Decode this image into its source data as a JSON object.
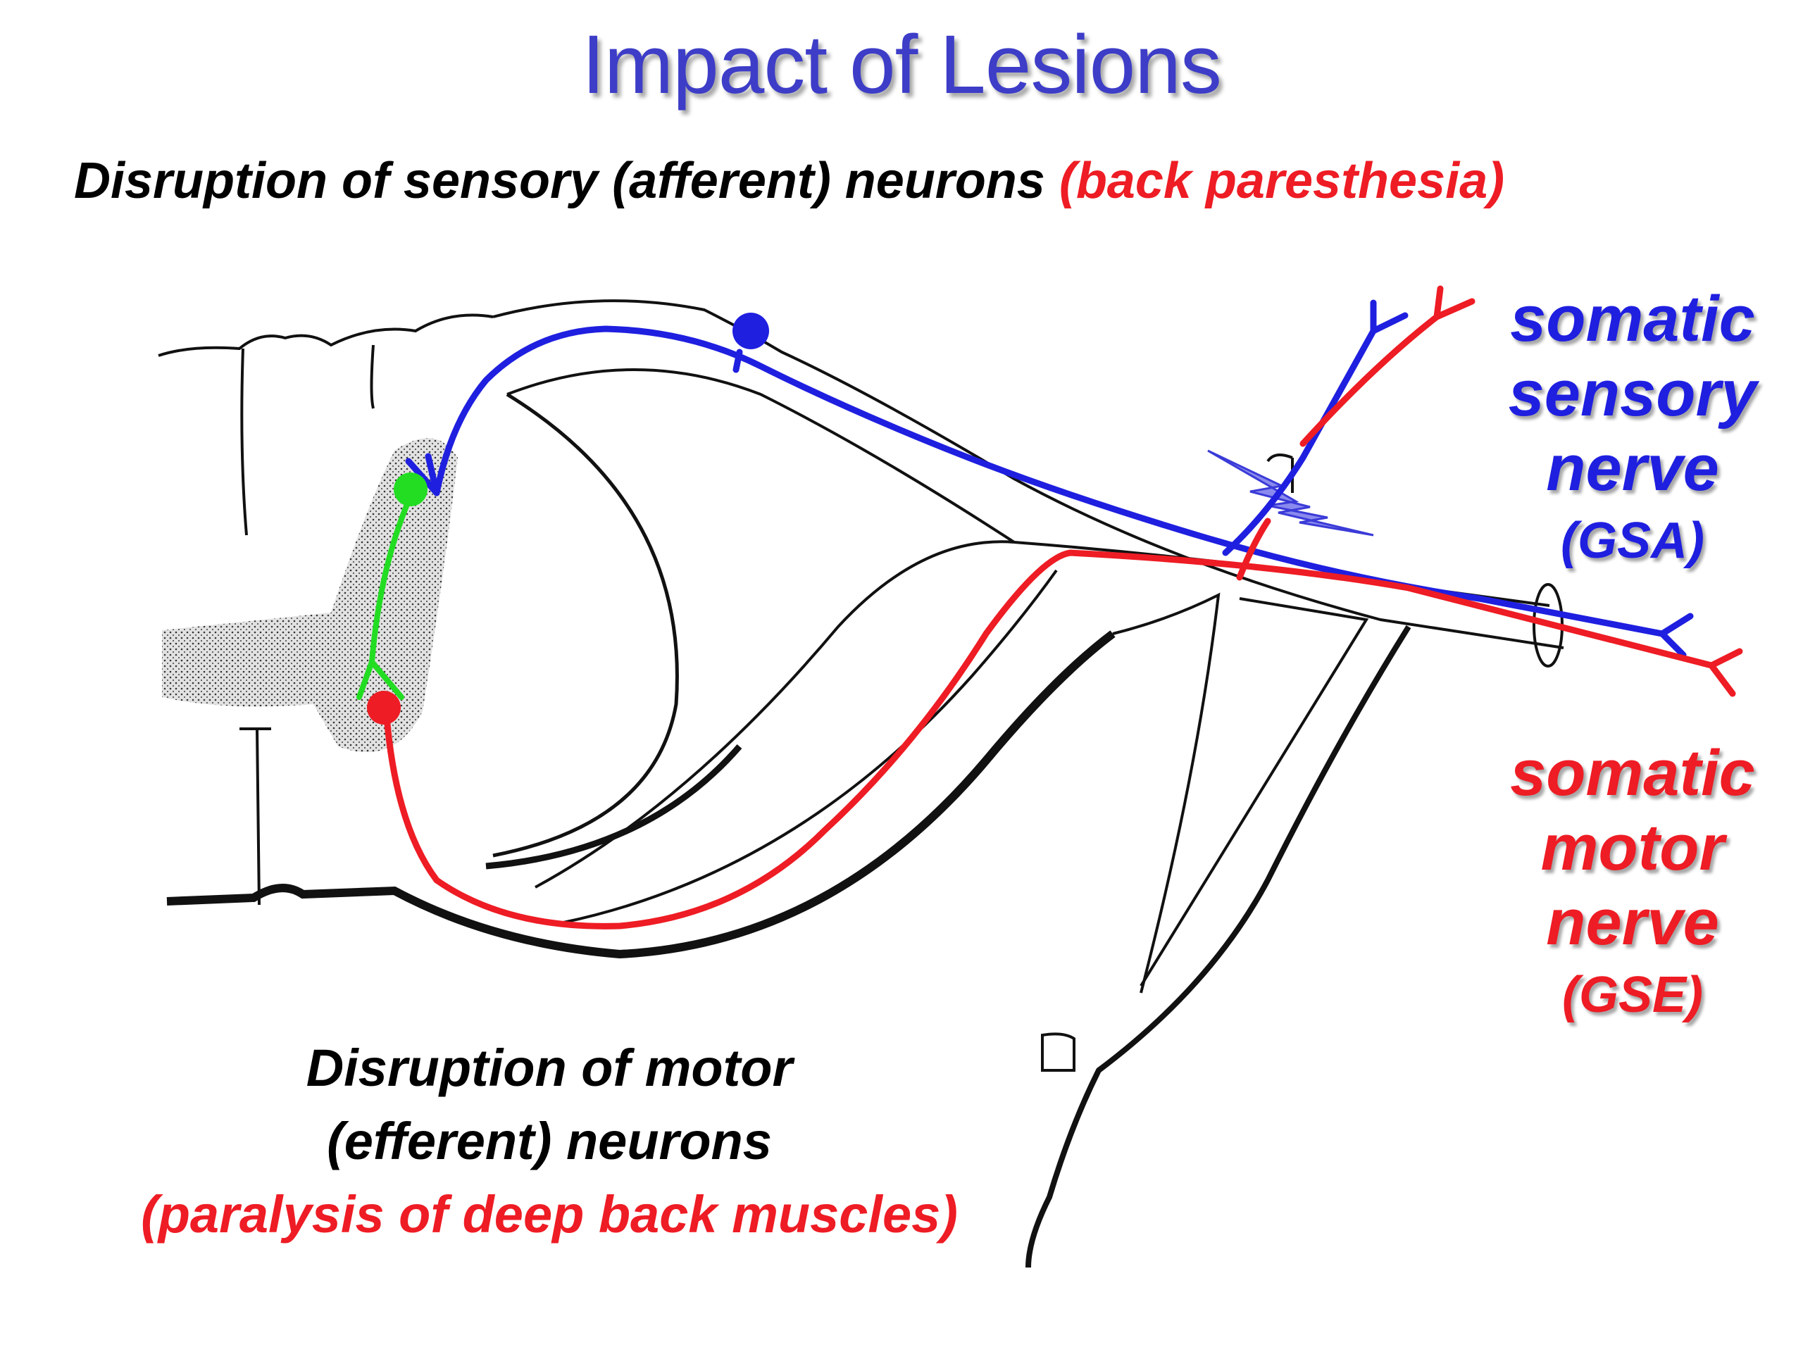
{
  "title": "Impact of Lesions",
  "subtitle": {
    "main": "Disruption of sensory (afferent) neurons ",
    "paren": "(back paresthesia)"
  },
  "sensory_label": {
    "line1": "somatic",
    "line2": "sensory",
    "line3": "nerve",
    "code": "(GSA)"
  },
  "motor_label": {
    "line1": "somatic",
    "line2": "motor",
    "line3": "nerve",
    "code": "(GSE)"
  },
  "bottom_caption": {
    "line1": "Disruption of motor",
    "line2": "(efferent) neurons",
    "line3": "(paralysis of deep back muscles)"
  },
  "colors": {
    "title": "#3d3dc8",
    "sensory": "#1f1fe0",
    "motor": "#ee1c24",
    "interneuron": "#22dd22"
  }
}
